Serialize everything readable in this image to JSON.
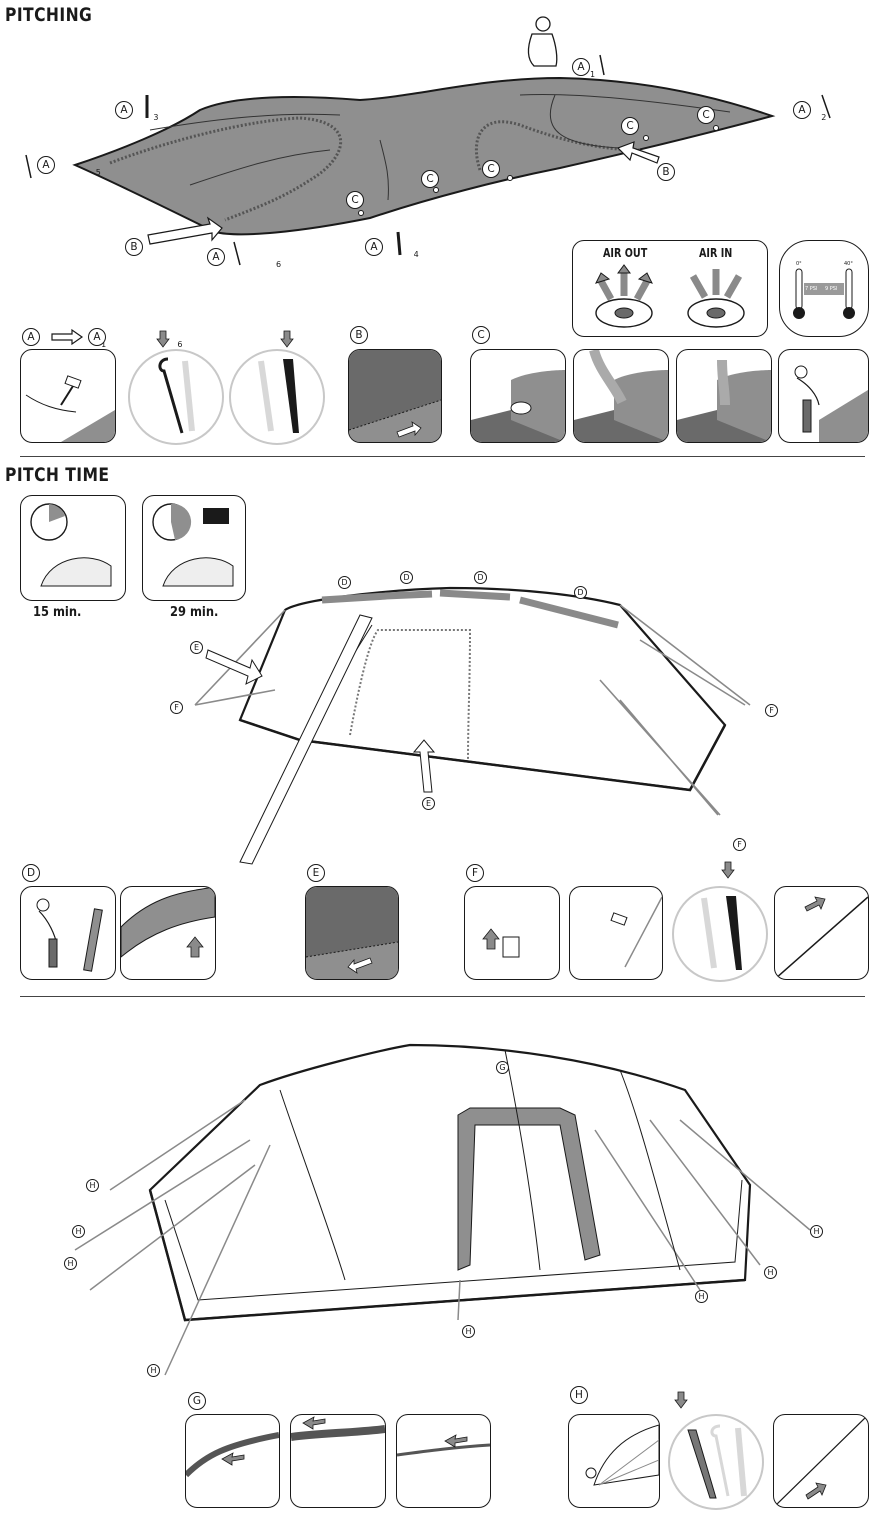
{
  "sections": {
    "pitching": "PITCHING",
    "pitch_time": "PITCH TIME"
  },
  "labels": {
    "a": "A",
    "b": "B",
    "c": "C",
    "d": "D",
    "e": "E",
    "f": "F",
    "g": "G",
    "h": "H"
  },
  "subscripts": {
    "one": "1",
    "two": "2",
    "three": "3",
    "four": "4",
    "five": "5",
    "six": "6"
  },
  "valve": {
    "air_out": "AIR OUT",
    "air_in": "AIR IN"
  },
  "gauge": {
    "cold": "0°",
    "hot": "40°",
    "psi_low": "7 PSI",
    "psi_high": "9 PSI"
  },
  "times": {
    "short": "15 min.",
    "long": "29 min."
  },
  "colors": {
    "tent_fill": "#8f8f8f",
    "ink": "#1a1a1a",
    "stake": "#cfcfcf"
  }
}
